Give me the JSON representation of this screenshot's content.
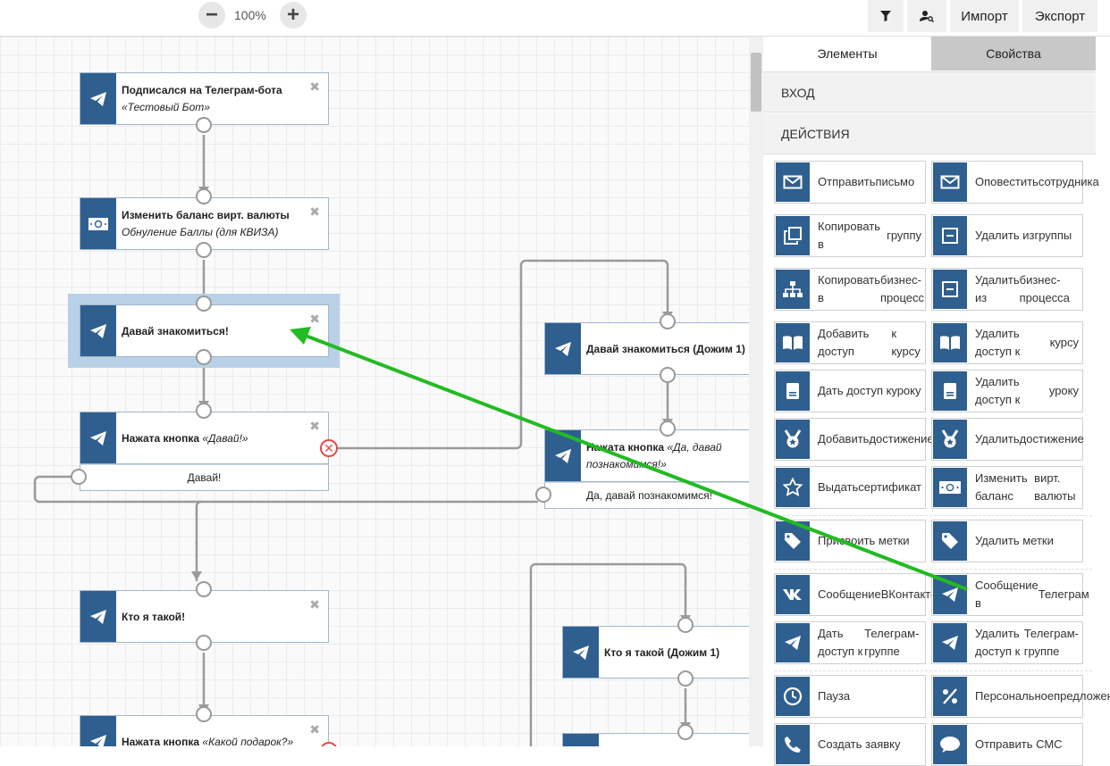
{
  "toolbar": {
    "zoom_out": "−",
    "zoom_level": "100%",
    "zoom_in": "+",
    "import_label": "Импорт",
    "export_label": "Экспорт"
  },
  "canvas": {
    "nodes": [
      {
        "title": "Подписался на Телеграм-бота",
        "subtitle": "«Тестовый Бот»",
        "close": "✖"
      },
      {
        "title": "Изменить баланс вирт. валюты",
        "subtitle": "Обнуление Баллы (для КВИЗА)",
        "close": "✖"
      },
      {
        "title": "Давай знакомиться!",
        "close": "✖"
      },
      {
        "title": "Нажата кнопка",
        "title_em": "«Давай!»",
        "button": "Давай!",
        "close": "✖"
      },
      {
        "title": "Давай знакомиться (Дожим 1)"
      },
      {
        "title": "Нажата кнопка",
        "title_em": "«Да, давай",
        "subtitle": "познакомимся!»",
        "button": "Да, давай познакомимся!"
      },
      {
        "title": "Кто я такой!",
        "close": "✖"
      },
      {
        "title": "Кто я такой (Дожим 1)"
      },
      {
        "title": "Нажата кнопка",
        "title_em": "«Какой подарок?»",
        "close": "✖"
      }
    ],
    "error_mark": "✕"
  },
  "panel": {
    "tabs": [
      "Элементы",
      "Свойства"
    ],
    "sections": [
      "ВХОД",
      "ДЕЙСТВИЯ"
    ],
    "cards": [
      {
        "l1": "Отправить",
        "l2": "письмо",
        "icon": "envelope-icon"
      },
      {
        "l1": "Оповестить",
        "l2": "сотрудника",
        "icon": "envelope-icon"
      },
      {
        "l1": "Копировать в",
        "l2": "группу",
        "icon": "copy-icon"
      },
      {
        "l1": "Удалить из",
        "l2": "группы",
        "icon": "minus-box-icon"
      },
      {
        "l1": "Копировать в",
        "l2": "бизнес-процесс",
        "icon": "sitemap-icon"
      },
      {
        "l1": "Удалить из",
        "l2": "бизнес-процесса",
        "icon": "minus-box-icon"
      },
      {
        "l1": "Добавить доступ",
        "l2": "к курсу",
        "icon": "book-icon"
      },
      {
        "l1": "Удалить доступ к",
        "l2": "курсу",
        "icon": "book-icon"
      },
      {
        "l1": "Дать доступ к",
        "l2": "уроку",
        "icon": "lesson-icon"
      },
      {
        "l1": "Удалить доступ к",
        "l2": "уроку",
        "icon": "lesson-icon"
      },
      {
        "l1": "Добавить",
        "l2": "достижение",
        "icon": "medal-icon"
      },
      {
        "l1": "Удалить",
        "l2": "достижение",
        "icon": "medal-icon"
      },
      {
        "l1": "Выдать",
        "l2": "сертификат",
        "icon": "star-icon"
      },
      {
        "l1": "Изменить баланс",
        "l2": "вирт. валюты",
        "icon": "money-icon"
      },
      {
        "l1": "Присвоить метки",
        "l2": "",
        "icon": "tag-icon"
      },
      {
        "l1": "Удалить метки",
        "l2": "",
        "icon": "tag-icon"
      },
      {
        "l1": "Сообщение",
        "l2": "ВКонтакте",
        "icon": "vk-icon"
      },
      {
        "l1": "Сообщение в",
        "l2": "Телеграм",
        "icon": "telegram-icon"
      },
      {
        "l1": "Дать доступ к",
        "l2": "Телеграм-группе",
        "icon": "telegram-icon"
      },
      {
        "l1": "Удалить доступ к",
        "l2": "Телеграм-группе",
        "icon": "telegram-icon"
      },
      {
        "l1": "Пауза",
        "l2": "",
        "icon": "clock-icon"
      },
      {
        "l1": "Персональное",
        "l2": "предложение",
        "icon": "percent-icon"
      },
      {
        "l1": "Создать заявку",
        "l2": "",
        "icon": "phone-icon"
      },
      {
        "l1": "Отправить СМС",
        "l2": "",
        "icon": "sms-icon"
      }
    ]
  },
  "colors": {
    "accent": "#2f5f8f",
    "selection": "#b9d1e6",
    "arrow": "#22bb22",
    "error": "#e04a4a"
  }
}
